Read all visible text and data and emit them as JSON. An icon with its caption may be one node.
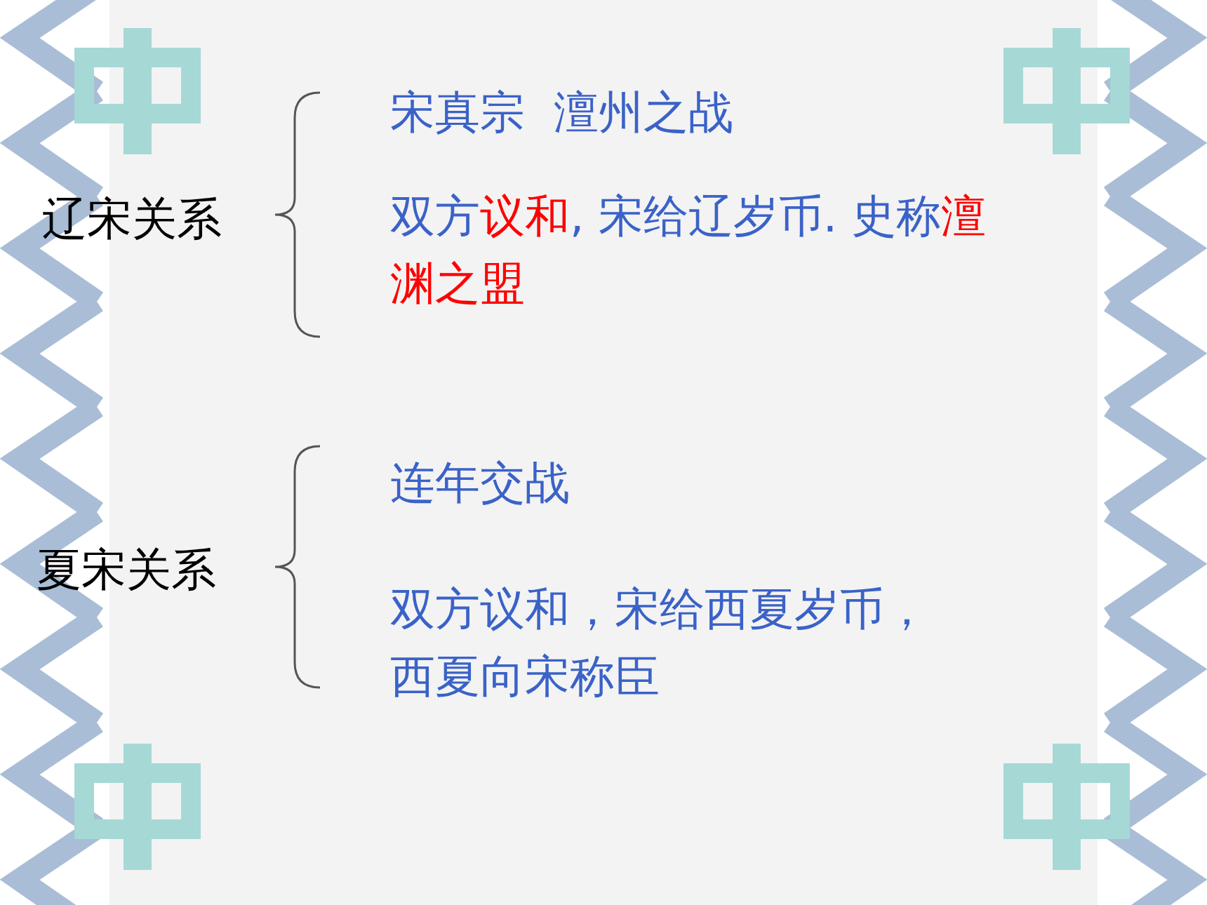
{
  "diagram": {
    "labels": [
      "辽宋关系",
      "宋真宗  澶州之战",
      "双方**议和**, 宋给辽岁币. 史称**澶渊之盟**",
      "夏宋关系",
      "连年交战",
      "双方议和，宋给西夏岁币，西夏向宋称臣"
    ]
  }
}
